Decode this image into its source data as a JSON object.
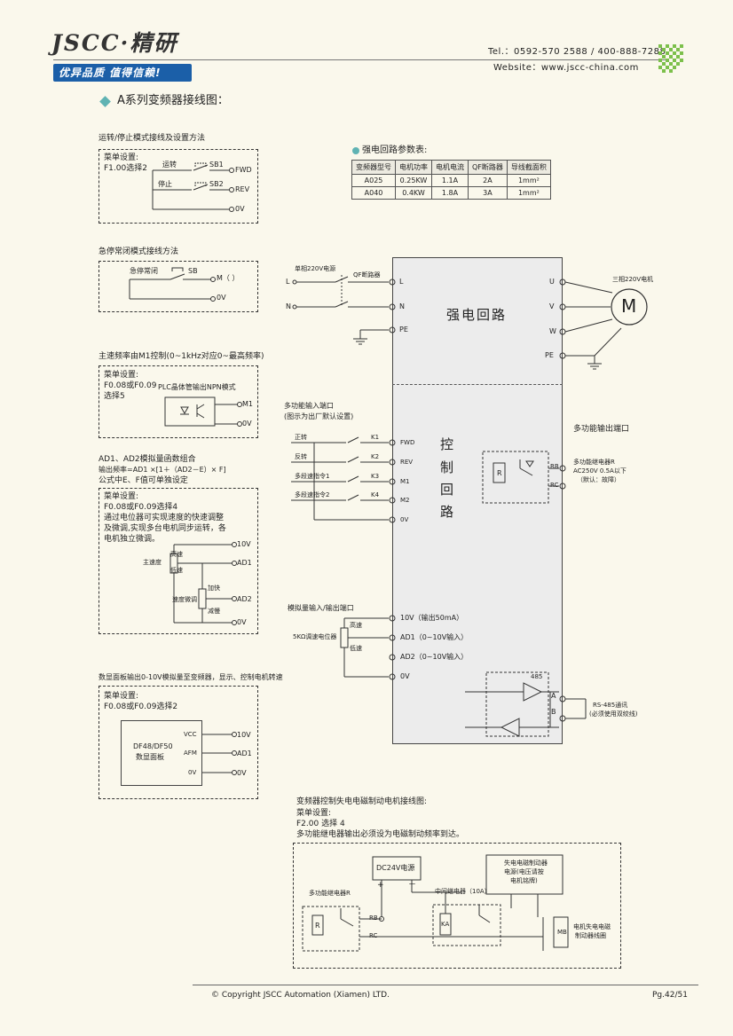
{
  "header": {
    "logo": "JSCC·精研",
    "slogan": "优异品质 值得信赖!",
    "tel": "Tel.：0592-570 2588 / 400-888-7288",
    "website": "Website：www.jscc-china.com"
  },
  "section_title": "A系列变频器接线图：",
  "sec1": {
    "title": "运转/停止模式接线及设置方法",
    "menu1": "菜单设置:",
    "menu2": "F1.00选择2",
    "run": "运转",
    "sb1": "SB1",
    "fwd": "FWD",
    "stop": "停止",
    "sb2": "SB2",
    "rev": "REV",
    "zero": "0V"
  },
  "sec2": {
    "title": "急停常闭模式接线方法",
    "estop": "急停常闭",
    "sb": "SB",
    "m": "M（ ）",
    "zero": "0V"
  },
  "sec3": {
    "title": "主速频率由M1控制(0~1kHz对应0~最高频率)",
    "menu1": "菜单设置:",
    "menu2": "F0.08或F0.09",
    "menu3": "选择5",
    "plc": "PLC晶体管输出NPN模式",
    "m1": "M1",
    "zero": "0V"
  },
  "sec4": {
    "title": "AD1、AD2模拟量函数组合",
    "formula": "输出频率=AD1 ×[1＋（AD2－E）× F]",
    "note": "公式中E、F值可单独设定",
    "menu1": "菜单设置:",
    "menu2": "F0.08或F0.09选择4",
    "desc1": "通过电位器可实现速度的快速调整",
    "desc2": "及微调,实现多台电机同步运转，各",
    "desc3": "电机独立微调。",
    "v10": "10V",
    "high": "高速",
    "main_speed": "主速度",
    "low": "低速",
    "ad1": "AD1",
    "accel": "加快",
    "fine": "速度微调",
    "decel": "减慢",
    "ad2": "AD2",
    "zero": "0V"
  },
  "sec5": {
    "title": "数显面板输出0-10V模拟量至变频器，显示、控制电机转速",
    "menu1": "菜单设置:",
    "menu2": "F0.08或F0.09选择2",
    "panel1": "DF48/DF50",
    "panel2": "数显面板",
    "vcc": "VCC",
    "afm": "AFM",
    "pzero": "0V",
    "v10": "10V",
    "ad1": "AD1",
    "zero": "0V"
  },
  "params": {
    "title": "强电回路参数表:",
    "headers": [
      "变频器型号",
      "电机功率",
      "电机电流",
      "QF断路器",
      "导线截面积"
    ],
    "rows": [
      [
        "A025",
        "0.25KW",
        "1.1A",
        "2A",
        "1mm²"
      ],
      [
        "A040",
        "0.4KW",
        "1.8A",
        "3A",
        "1mm²"
      ]
    ]
  },
  "main": {
    "supply": "单相220V电源",
    "qf": "QF断路器",
    "l": "L",
    "n": "N",
    "power_circuit": "强电回路",
    "pe": "PE",
    "u": "U",
    "v": "V",
    "w": "W",
    "motor_label": "三相220V电机",
    "motor": "M",
    "control": [
      "控",
      "制",
      "回",
      "路"
    ],
    "mf_in1": "多功能输入端口",
    "mf_in2": "(图示为出厂默认设置)",
    "inputs": [
      {
        "name": "正转",
        "k": "K1",
        "term": "FWD"
      },
      {
        "name": "反转",
        "k": "K2",
        "term": "REV"
      },
      {
        "name": "多段速指令1",
        "k": "K3",
        "term": "M1"
      },
      {
        "name": "多段速指令2",
        "k": "K4",
        "term": "M2"
      }
    ],
    "in_zero": "0V",
    "mf_out": "多功能输出端口",
    "r": "R",
    "rb": "RB",
    "rc": "RC",
    "relay1": "多功能继电器R",
    "relay2": "AC250V 0.5A以下",
    "relay3": "（默认：故障）",
    "analog_title": "模拟量输入/输出端口",
    "pot": "5KΩ调速电位器",
    "high": "高速",
    "low": "低速",
    "a10v": "10V（输出50mA）",
    "aad1": "AD1（0~10V输入）",
    "aad2": "AD2（0~10V输入）",
    "azero": "0V",
    "rs485": "485",
    "a": "A",
    "b": "B",
    "rs_note1": "RS-485通讯",
    "rs_note2": "(必须使用双绞线)"
  },
  "brake": {
    "title": "变频器控制失电电磁制动电机接线图:",
    "menu1": "菜单设置:",
    "menu2": "F2.00 选择 4",
    "note": "多功能继电器输出必须设为电磁制动频率到达。",
    "dc24": "DC24V电源",
    "plus": "+",
    "minus": "－",
    "relay_r": "多功能继电器R",
    "r": "R",
    "rb": "RB",
    "rc": "RC",
    "mid_relay": "中间继电器（10A）",
    "ka": "KA",
    "ctrl1": "失电电磁制动器",
    "ctrl2": "电源(电压请按",
    "ctrl3": "电机铭牌)",
    "coil1": "电机失电电磁",
    "coil2": "制动器线圈",
    "mb": "MB"
  },
  "footer": {
    "copyright": "© Copyright JSCC Automation (Xiamen) LTD.",
    "page": "Pg.42/51"
  }
}
